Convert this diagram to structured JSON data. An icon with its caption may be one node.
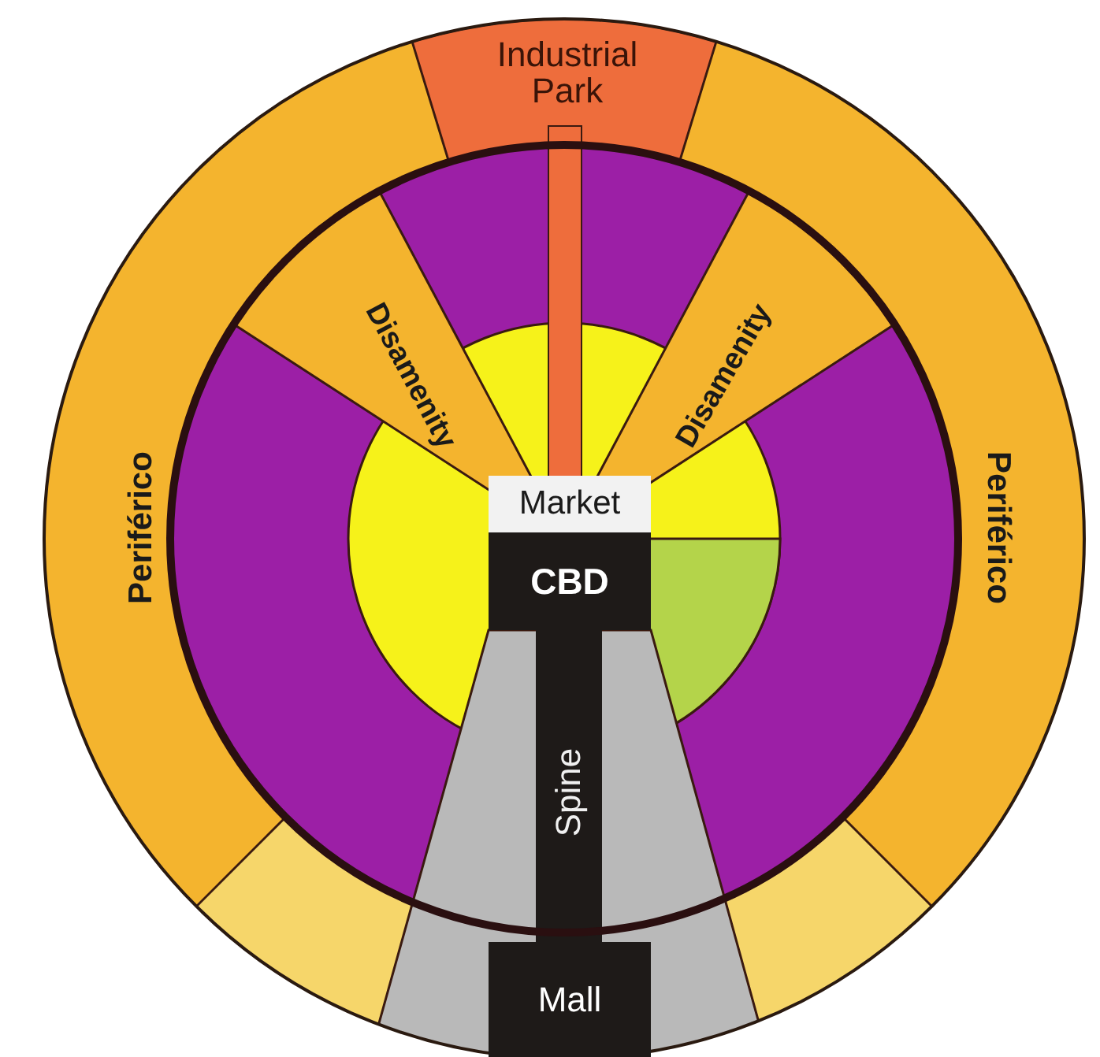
{
  "diagram": {
    "nodes": [
      {
        "text": [
          "Industrial Park"
        ]
      },
      {
        "text": [
          "Disamenity"
        ]
      },
      {
        "text": [
          "Disamenity"
        ]
      },
      {
        "text": [
          "Periférico"
        ]
      },
      {
        "text": [
          "Market"
        ]
      },
      {
        "text": [
          "Periférico"
        ]
      },
      {
        "text": [
          "CBD"
        ]
      },
      {
        "text": [
          "Spine"
        ]
      },
      {
        "text": [
          "Mall"
        ]
      }
    ]
  }
}
